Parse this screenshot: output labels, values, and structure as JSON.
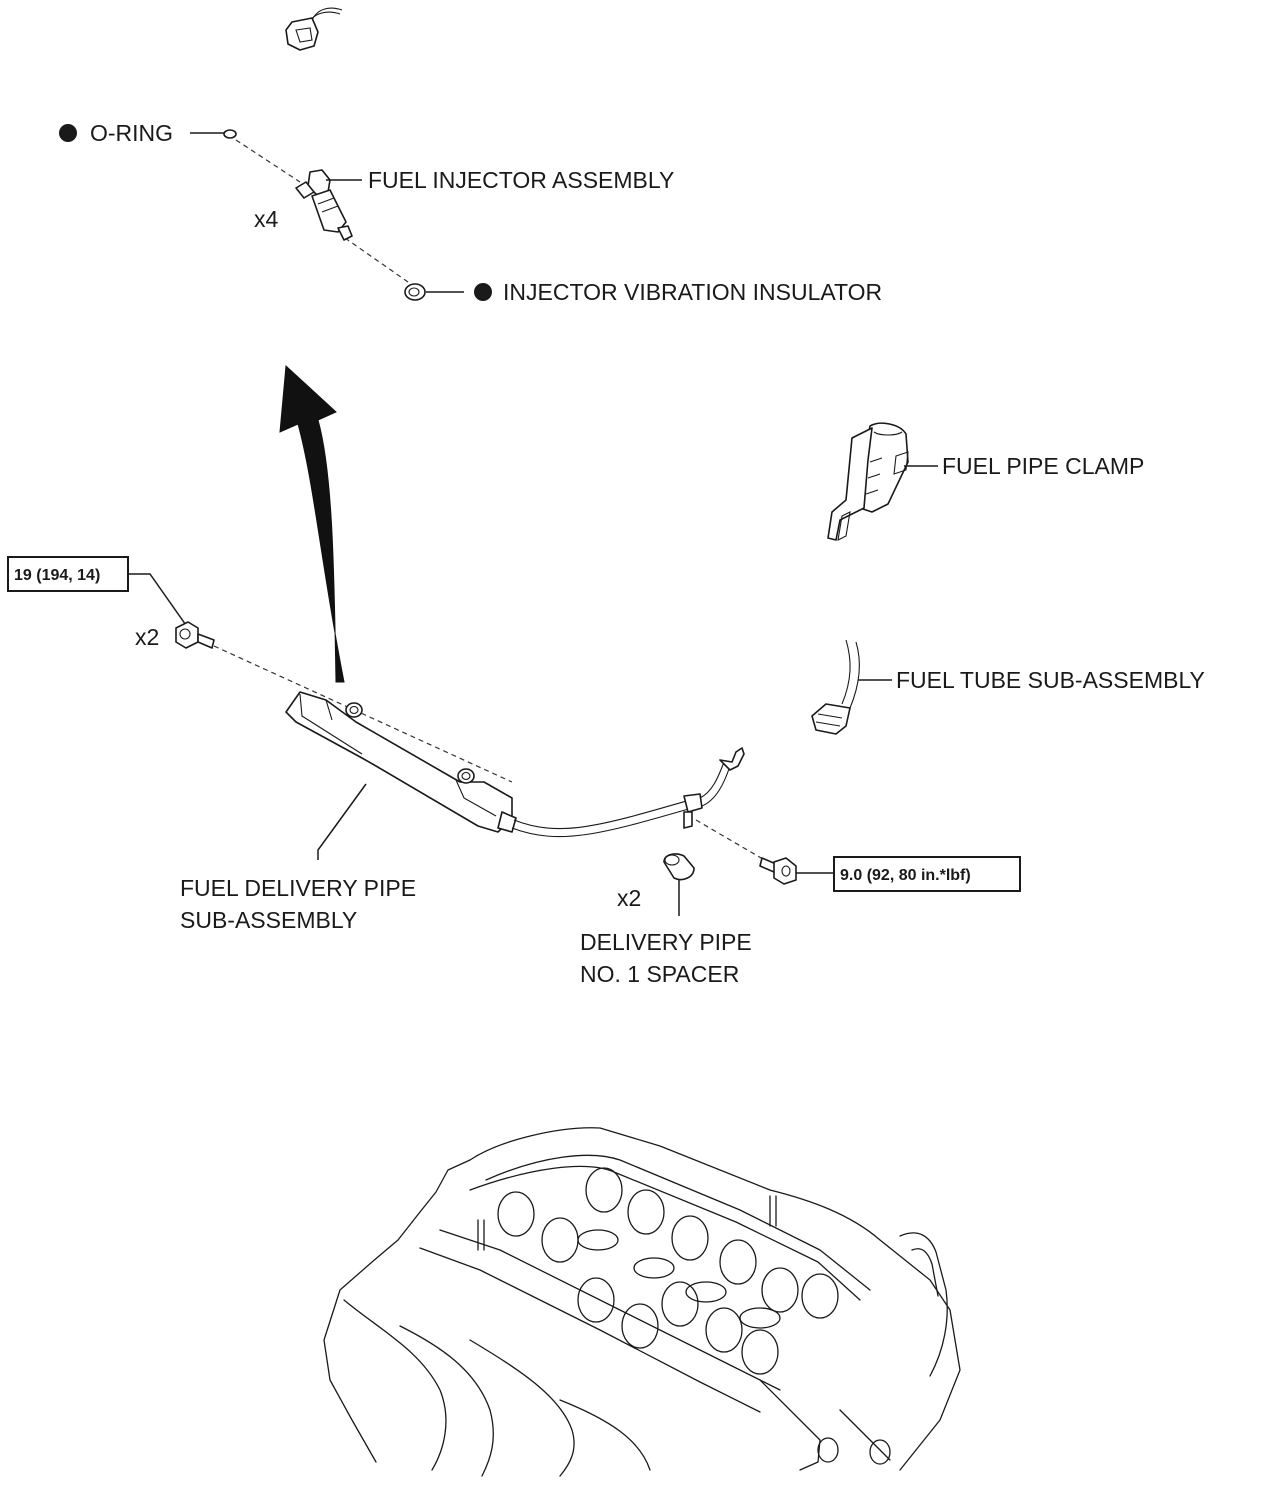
{
  "labels": {
    "o_ring": "O-RING",
    "fuel_injector_assembly": "FUEL INJECTOR ASSEMBLY",
    "injector_qty": "x4",
    "injector_vibration_insulator": "INJECTOR VIBRATION INSULATOR",
    "fuel_pipe_clamp": "FUEL PIPE CLAMP",
    "fuel_tube_sub_assembly": "FUEL TUBE SUB-ASSEMBLY",
    "bolt_qty": "x2",
    "fuel_delivery_pipe_line1": "FUEL DELIVERY PIPE",
    "fuel_delivery_pipe_line2": "SUB-ASSEMBLY",
    "spacer_qty": "x2",
    "delivery_pipe_spacer_line1": "DELIVERY PIPE",
    "delivery_pipe_spacer_line2": "NO. 1 SPACER"
  },
  "torque": {
    "delivery_pipe_bolt": "19 (194, 14)",
    "fuel_tube_bolt": "9.0 (92, 80 in.*lbf)"
  },
  "symbols": {
    "non_reusable_marker": "filled-circle-icon"
  }
}
